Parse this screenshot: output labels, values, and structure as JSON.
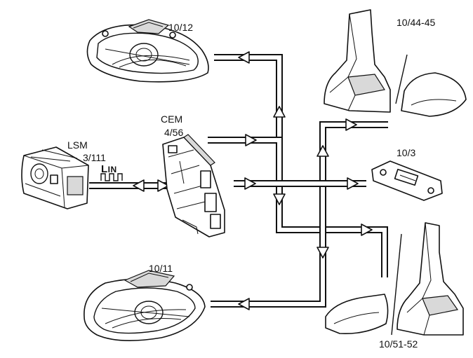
{
  "labels": {
    "headlamp_right": "10/12",
    "headlamp_left": "10/11",
    "rear_right_lamp": "10/44-45",
    "plate_lamp": "10/3",
    "rear_left_lamp": "10/51-52",
    "cem_name": "CEM",
    "cem_code": "4/56",
    "lsm_name": "LSM",
    "lsm_code": "3/111",
    "bus_first": "L",
    "bus_rest": "IN"
  },
  "colors": {
    "line": "#111111",
    "fill": "#ffffff",
    "shade": "#dcdcdc"
  }
}
